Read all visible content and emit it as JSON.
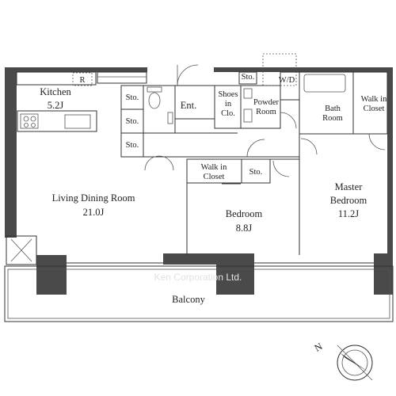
{
  "rooms": {
    "kitchen": {
      "name": "Kitchen",
      "size": "5.2J"
    },
    "refrigerator": "R",
    "storage": "Sto.",
    "entrance": "Ent.",
    "shoes_closet": [
      "Shoes",
      "in",
      "Clo."
    ],
    "powder_room": [
      "Powder",
      "Room"
    ],
    "washer_dryer": "W/D",
    "bath_room": [
      "Bath",
      "Room"
    ],
    "walk_in_closet_master": [
      "Walk in",
      "Closet"
    ],
    "walk_in_closet_bedroom": [
      "Walk in",
      "Closet"
    ],
    "living_dining": {
      "name": "Living Dining Room",
      "size": "21.0J"
    },
    "bedroom": {
      "name": "Bedroom",
      "size": "8.8J"
    },
    "master_bedroom": {
      "name": [
        "Master",
        "Bedroom"
      ],
      "size": "11.2J"
    },
    "balcony": "Balcony"
  },
  "watermark": "Ken Corporation Ltd.",
  "compass": {
    "label": "N"
  }
}
